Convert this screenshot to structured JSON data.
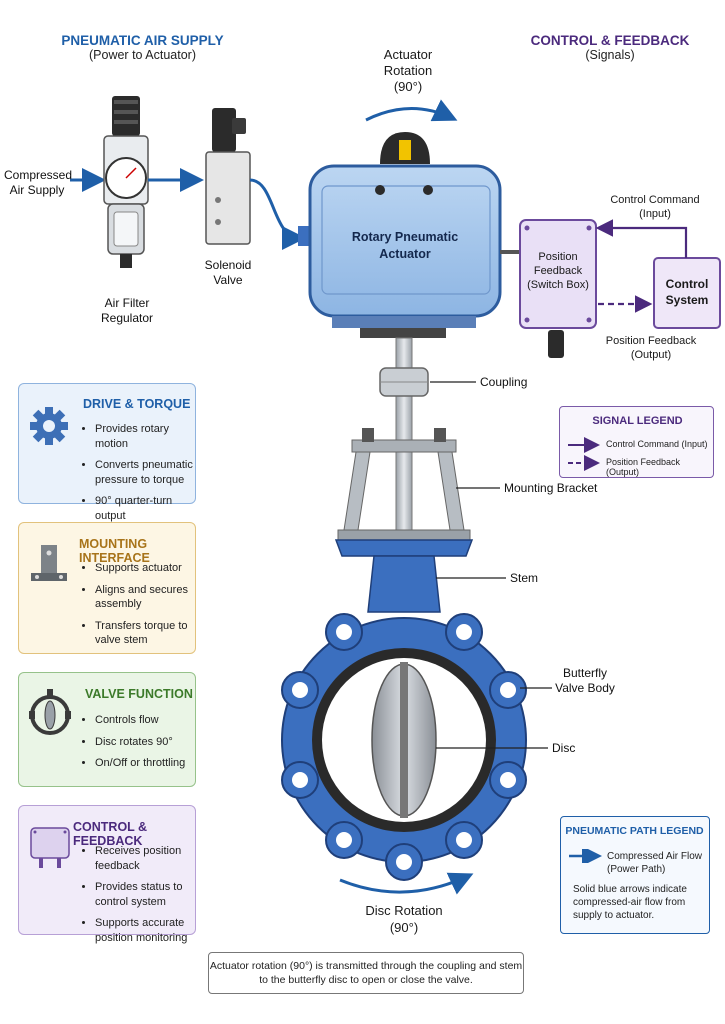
{
  "headers": {
    "air_supply": {
      "title": "PNEUMATIC AIR SUPPLY",
      "subtitle": "(Power to Actuator)"
    },
    "control": {
      "title": "CONTROL & FEEDBACK",
      "subtitle": "(Signals)"
    }
  },
  "labels": {
    "compressed_supply": [
      "Compressed",
      "Air Supply"
    ],
    "filter_regulator": [
      "Air Filter",
      "Regulator"
    ],
    "solenoid": [
      "Solenoid",
      "Valve"
    ],
    "actuator_rotation": [
      "Actuator",
      "Rotation",
      "(90°)"
    ],
    "actuator": [
      "Rotary Pneumatic",
      "Actuator"
    ],
    "position_feedback_box": [
      "Position",
      "Feedback",
      "(Switch Box)"
    ],
    "control_system": [
      "Control",
      "System"
    ],
    "control_command": [
      "Control Command",
      "(Input)"
    ],
    "position_feedback_out": [
      "Position Feedback",
      "(Output)"
    ],
    "coupling": "Coupling",
    "mounting_bracket": "Mounting Bracket",
    "stem": "Stem",
    "valve_body": [
      "Butterfly",
      "Valve Body"
    ],
    "disc": "Disc",
    "disc_rotation": [
      "Disc Rotation",
      "(90°)"
    ]
  },
  "signal_legend": {
    "title": "SIGNAL LEGEND",
    "items": [
      "Control Command (Input)",
      "Position Feedback (Output)"
    ]
  },
  "pneumatic_legend": {
    "title": "PNEUMATIC PATH LEGEND",
    "item": [
      "Compressed Air Flow",
      "(Power Path)"
    ],
    "note": [
      "Solid blue arrows indicate",
      "compressed-air flow from",
      "supply to actuator."
    ]
  },
  "cards": {
    "drive": {
      "title": "DRIVE & TORQUE",
      "bullets": [
        "Provides rotary motion",
        "Converts pneumatic pressure to torque",
        "90° quarter-turn output"
      ]
    },
    "mounting": {
      "title": "MOUNTING INTERFACE",
      "bullets": [
        "Supports actuator",
        "Aligns and secures assembly",
        "Transfers torque to valve stem"
      ]
    },
    "valve": {
      "title": "VALVE FUNCTION",
      "bullets": [
        "Controls flow",
        "Disc rotates 90°",
        "On/Off or throttling"
      ]
    },
    "control": {
      "title": "CONTROL & FEEDBACK",
      "bullets": [
        "Receives position feedback",
        "Provides status to control system",
        "Supports accurate position monitoring"
      ]
    }
  },
  "caption": [
    "Actuator rotation (90°) is transmitted through the coupling and stem",
    "to the butterfly disc to open or close the valve."
  ],
  "colors": {
    "air_blue": "#1f5fa8",
    "signal_purple": "#4b2a7d",
    "valve_blue": "#3b6fbf",
    "actuator_blue": "#9fc3ea"
  }
}
